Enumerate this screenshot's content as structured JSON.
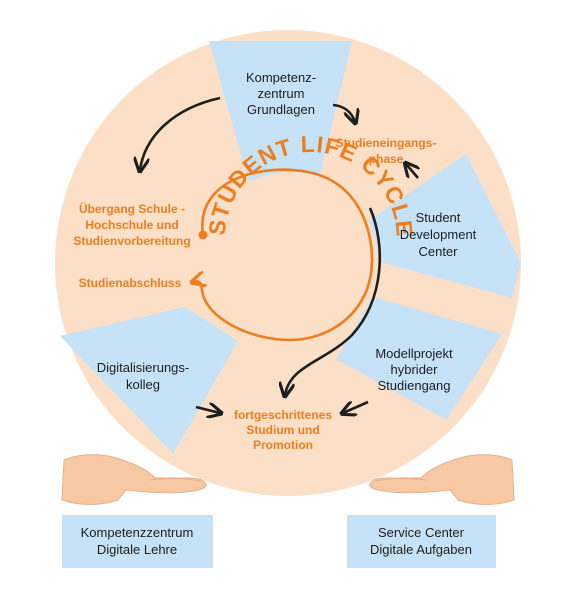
{
  "center": {
    "title": "STUDENT LIFE CYCLE"
  },
  "segments": [
    {
      "id": "kompetenzzentrum-grundlagen",
      "lines": [
        "Kompetenz-",
        "zentrum",
        "Grundlagen"
      ]
    },
    {
      "id": "student-development-center",
      "lines": [
        "Student",
        "Development",
        "Center"
      ]
    },
    {
      "id": "modellprojekt",
      "lines": [
        "Modellprojekt",
        "hybrider",
        "Studiengang"
      ]
    },
    {
      "id": "digitalisierungskolleg",
      "lines": [
        "Digitalisierungs-",
        "kolleg"
      ]
    }
  ],
  "phases": [
    {
      "id": "studieneingangsphase",
      "lines": [
        "Studieneingangs-",
        "phase"
      ]
    },
    {
      "id": "uebergang",
      "lines": [
        "Übergang Schule -",
        "Hochschule und",
        "Studienvorbereitung"
      ]
    },
    {
      "id": "studienabschluss",
      "lines": [
        "Studienabschluss"
      ]
    },
    {
      "id": "fortgeschrittenes",
      "lines": [
        "fortgeschrittenes",
        "Studium und",
        "Promotion"
      ]
    }
  ],
  "boxes": [
    {
      "id": "kompetenzzentrum-digitale-lehre",
      "lines": [
        "Kompetenzzentrum",
        "Digitale Lehre"
      ]
    },
    {
      "id": "service-center",
      "lines": [
        "Service Center",
        "Digitale Aufgaben"
      ]
    }
  ],
  "colors": {
    "peach": "#fbdfc7",
    "blue": "#c6e2f6",
    "orange": "#ee7d1d",
    "dark": "#1e1e1e",
    "hand": "#f6c8a3"
  }
}
